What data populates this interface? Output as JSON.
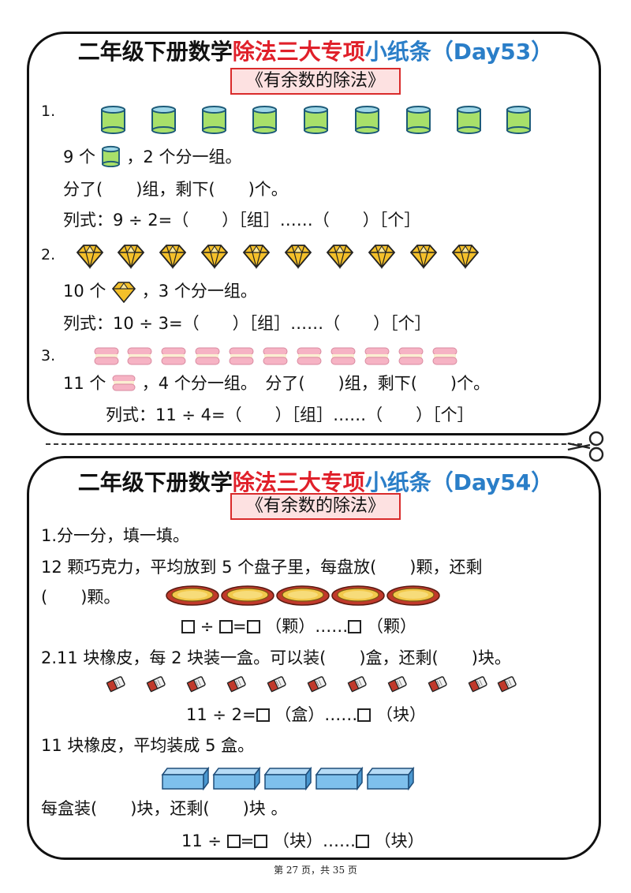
{
  "card1": {
    "title_part1": "二年级下册数学",
    "title_part2": "除法三大专项",
    "title_part3": "小纸条（Day53）",
    "subtitle": "《有余数的除法》",
    "q1": {
      "number": "1.",
      "text1_pre": "9 个",
      "text1_post": "，2 个分一组。",
      "text2": "分了(　　)组，剩下(　　)个。",
      "text3": "列式：9 ÷ 2=（　　）［组］……（　　）［个］"
    },
    "q2": {
      "number": "2.",
      "text1_pre": "10 个",
      "text1_post": "，3 个分一组。",
      "text2": "列式：10 ÷ 3=（　　）［组］……（　　）［个］"
    },
    "q3": {
      "number": "3.",
      "text1_pre": "11 个",
      "text1_post": "，4 个分一组。　分了(　　)组，剩下(　　)个。",
      "text2": "列式：11 ÷ 4=（　　）［组］……（　　）［个］"
    }
  },
  "card2": {
    "title_part1": "二年级下册数学",
    "title_part2": "除法三大专项",
    "title_part3": "小纸条（Day54）",
    "subtitle": "《有余数的除法》",
    "line1": "1.分一分，填一填。",
    "line2": "12 颗巧克力，平均放到 5 个盘子里，每盘放(　　)颗，还剩",
    "line3": "(　　)颗。",
    "eq1_parts": [
      "÷",
      "=",
      "（颗）……",
      "（颗）"
    ],
    "line4": "2.11 块橡皮，每 2 块装一盒。可以装(　　)盒，还剩(　　)块。",
    "eq2_parts": [
      "11 ÷ 2=",
      "（盒）……",
      "（块）"
    ],
    "line5": "11 块橡皮，平均装成 5 盒。",
    "line6": "每盒装(　　)块，还剩(　　)块 。",
    "eq3_parts": [
      "11 ÷",
      "=",
      "（块）……",
      "（块）"
    ]
  },
  "footer": "第 27 页，共 35 页",
  "colors": {
    "title_red": "#e0202a",
    "title_blue": "#2a7ec8",
    "subtitle_border": "#d92b2b",
    "subtitle_bg": "#fde1e1"
  },
  "icons": {
    "cylinder": "green-cylinder-icon",
    "diamond": "gold-diamond-icon",
    "macaron": "pink-macaron-icon",
    "plate": "gold-plate-icon",
    "eraser": "eraser-icon",
    "box": "blue-box-icon",
    "scissors": "scissors-icon"
  }
}
